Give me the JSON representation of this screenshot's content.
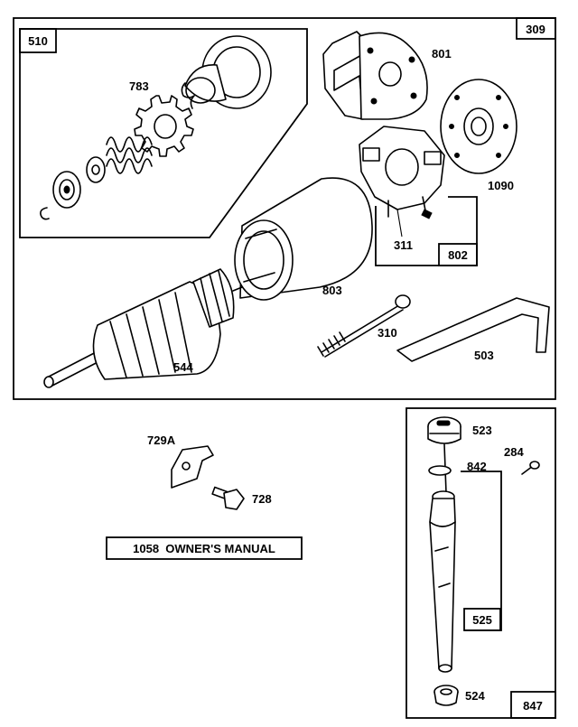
{
  "callouts": {
    "309": "309",
    "510": "510",
    "783": "783",
    "801": "801",
    "1090": "1090",
    "311": "311",
    "802": "802",
    "803": "803",
    "310": "310",
    "503": "503",
    "544": "544",
    "729A": "729A",
    "728": "728",
    "manual": "1058  OWNER'S MANUAL",
    "523": "523",
    "284": "284",
    "842": "842",
    "525": "525",
    "524": "524",
    "847": "847"
  }
}
